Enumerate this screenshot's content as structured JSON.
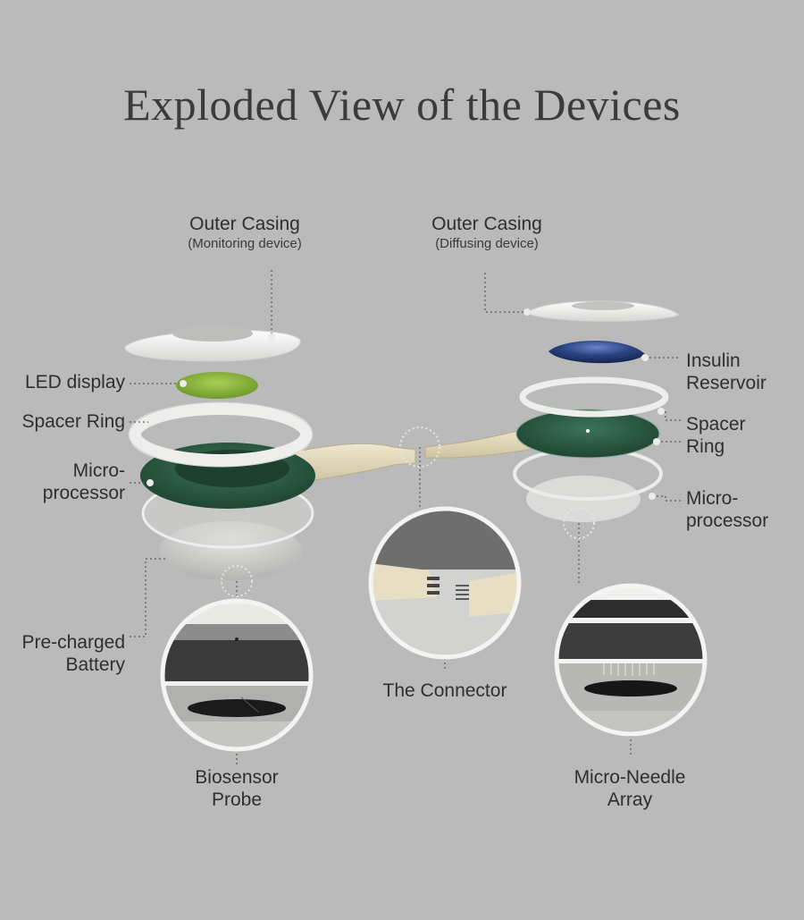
{
  "title": "Exploded View of the Devices",
  "labels": {
    "outer_casing_monitoring": {
      "line1": "Outer Casing",
      "line2": "(Monitoring device)"
    },
    "outer_casing_diffusing": {
      "line1": "Outer Casing",
      "line2": "(Diffusing device)"
    },
    "led_display": "LED display",
    "spacer_ring_left": "Spacer Ring",
    "microprocessor_left": {
      "line1": "Micro-",
      "line2": "processor"
    },
    "battery": {
      "line1": "Pre-charged",
      "line2": "Battery"
    },
    "biosensor": {
      "line1": "Biosensor",
      "line2": "Probe"
    },
    "connector": "The Connector",
    "insulin_reservoir": {
      "line1": "Insulin",
      "line2": "Reservoir"
    },
    "spacer_ring_right": {
      "line1": "Spacer",
      "line2": "Ring"
    },
    "microprocessor_right": {
      "line1": "Micro-",
      "line2": "processor"
    },
    "micro_needle": {
      "line1": "Micro-Needle",
      "line2": "Array"
    }
  },
  "colors": {
    "background": "#bbbaba",
    "casing": "#f3f3f1",
    "pcb": "#2f5a43",
    "led": "#8bb83e",
    "reservoir": "#233a6e",
    "connector_arm": "#e6dcc0",
    "leader": "#5a5a5a"
  }
}
